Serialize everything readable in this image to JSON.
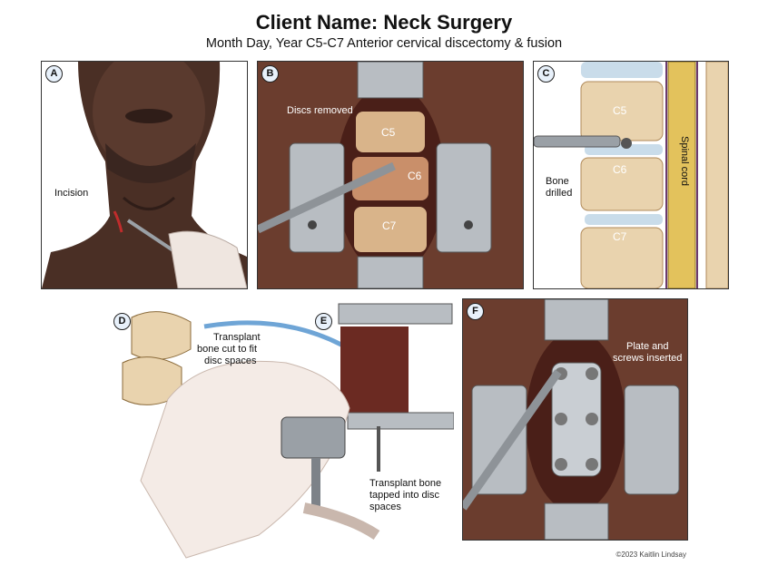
{
  "header": {
    "title": "Client Name: Neck Surgery",
    "subtitle": "Month Day, Year C5-C7 Anterior cervical discectomy & fusion"
  },
  "panels": {
    "a": {
      "letter": "A",
      "label_incision": "Incision"
    },
    "b": {
      "letter": "B",
      "label_discs": "Discs removed",
      "v1": "C5",
      "v2": "C6",
      "v3": "C7"
    },
    "c": {
      "letter": "C",
      "v1": "C5",
      "v2": "C6",
      "v3": "C7",
      "label_drill_1": "Bone",
      "label_drill_2": "drilled",
      "label_cord": "Spinal cord"
    },
    "d": {
      "letter": "D",
      "label_1": "Transplant",
      "label_2": "bone cut to fit",
      "label_3": "disc spaces"
    },
    "e": {
      "letter": "E",
      "label_1": "Transplant bone",
      "label_2": "tapped into disc",
      "label_3": "spaces"
    },
    "f": {
      "letter": "F",
      "label_1": "Plate and",
      "label_2": "screws inserted"
    }
  },
  "footer": {
    "copyright": "©2023 Kaitlin Lindsay"
  },
  "colors": {
    "wound": "#6b2a22",
    "bone": "#e9d3ae",
    "disc": "#c9dcea",
    "metal": "#a9aeb3",
    "skin": "#4a2f25",
    "cord": "#e3c25c"
  }
}
